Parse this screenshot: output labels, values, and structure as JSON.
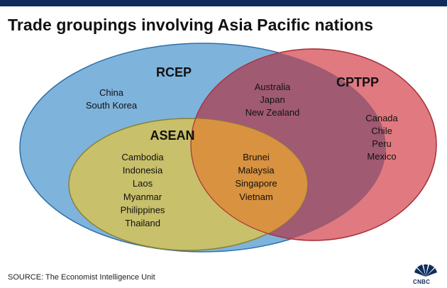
{
  "title": "Trade groupings involving Asia Pacific nations",
  "source": "SOURCE: The Economist Intelligence Unit",
  "logo_text": "CNBC",
  "colors": {
    "rcep": "#7eb3dc",
    "cptpp": "#e07a80",
    "asean": "#c8c06a",
    "rcep_cptpp_overlap": "#a05a72",
    "all_overlap": "#d9923f",
    "header_bar": "#0f2d5c"
  },
  "groups": {
    "rcep": {
      "label": "RCEP",
      "members": [
        "China",
        "South Korea"
      ]
    },
    "cptpp": {
      "label": "CPTPP",
      "members": [
        "Canada",
        "Chile",
        "Peru",
        "Mexico"
      ]
    },
    "asean": {
      "label": "ASEAN",
      "members": [
        "Cambodia",
        "Indonesia",
        "Laos",
        "Myanmar",
        "Philippines",
        "Thailand"
      ]
    },
    "rcep_cptpp": {
      "members": [
        "Australia",
        "Japan",
        "New Zealand"
      ]
    },
    "all_three": {
      "members": [
        "Brunei",
        "Malaysia",
        "Singapore",
        "Vietnam"
      ]
    }
  }
}
